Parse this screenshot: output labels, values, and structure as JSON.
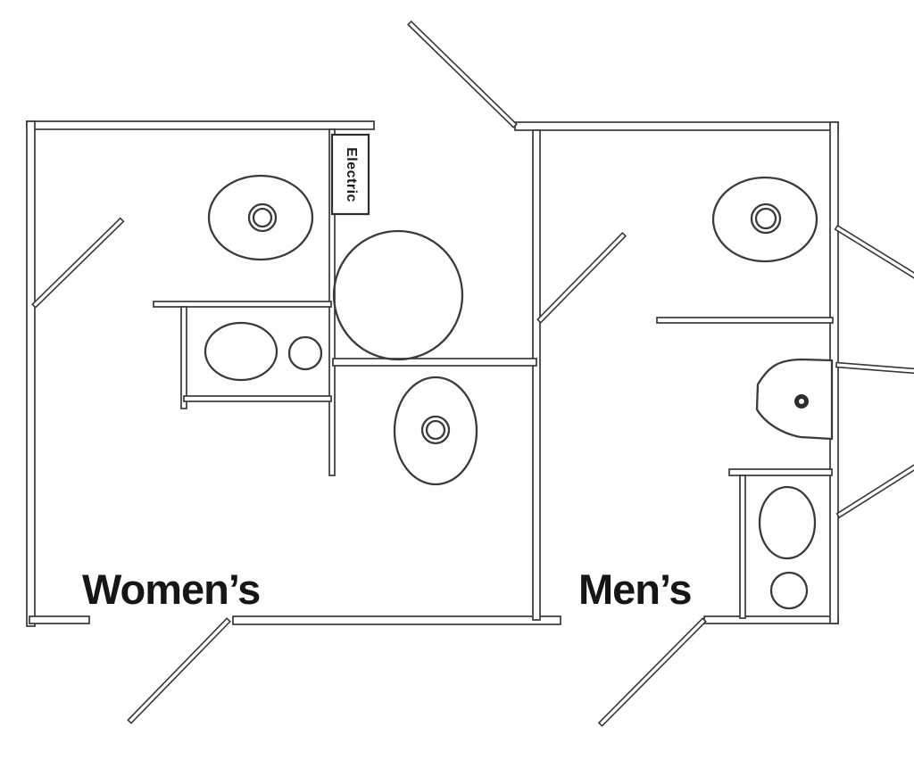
{
  "diagram": {
    "type": "restroom-floor-plan",
    "background_color": "#ffffff",
    "line_color": "#383838",
    "text_color": "#161616"
  },
  "labels": {
    "left_room": "Women’s",
    "right_room": "Men’s",
    "utility_closet": "Electric"
  },
  "rooms": [
    {
      "name": "Women’s",
      "fixture_icons": [
        "toilet-icon",
        "accessible-toilet-icon",
        "turning-circle-icon",
        "vanity-basin-icon",
        "entry-door-icon",
        "exterior-door-icon"
      ]
    },
    {
      "name": "Men’s",
      "fixture_icons": [
        "toilet-icon",
        "urinal-icon",
        "cabinet-basin-icon",
        "privacy-partition-icon",
        "entry-door-icon",
        "exterior-door-icon"
      ]
    }
  ]
}
